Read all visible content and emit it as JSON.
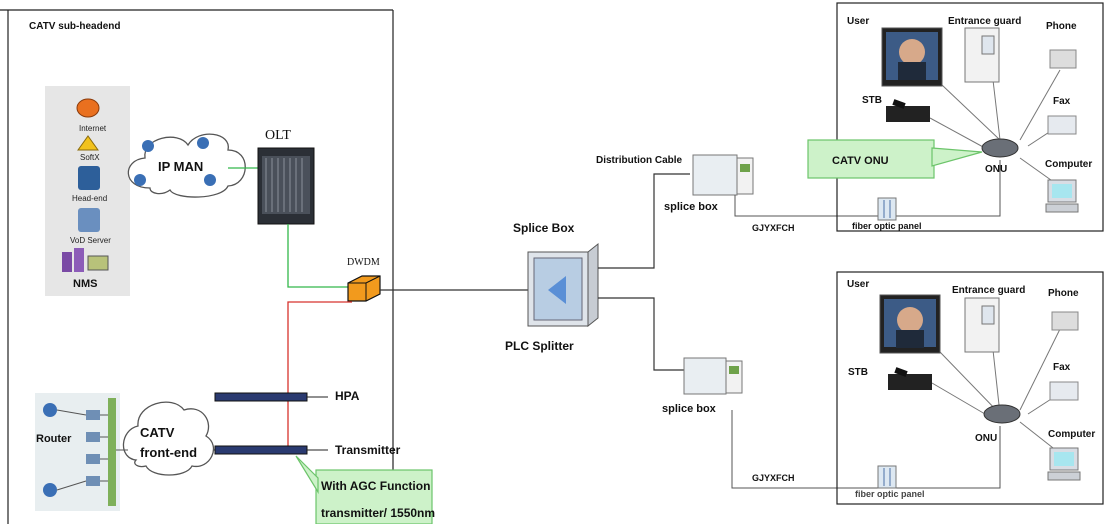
{
  "subheadend": {
    "title": "CATV sub-headend"
  },
  "services": {
    "internet": "Internet",
    "softx": "SoftX",
    "headend": "Head-end",
    "vod": "VoD Server",
    "nms": "NMS"
  },
  "network": {
    "ipman": "IP MAN",
    "olt": "OLT",
    "dwdm": "DWDM",
    "hpa": "HPA",
    "transmitter": "Transmitter",
    "router": "Router",
    "catv_frontend_1": "CATV",
    "catv_frontend_2": "front-end"
  },
  "callout_agc": {
    "line1": "With AGC Function",
    "line2": "transmitter/ 1550nm"
  },
  "center": {
    "splice_box": "Splice Box",
    "plc_splitter": "PLC Splitter",
    "distribution_cable": "Distribution Cable"
  },
  "top_branch": {
    "splice_box": "splice box",
    "cable": "GJYXFCH",
    "panel": "fiber optic panel"
  },
  "bottom_branch": {
    "splice_box": "splice box",
    "cable": "GJYXFCH",
    "panel": "fiber optic panel"
  },
  "premises_top": {
    "user": "User",
    "entrance": "Entrance guard",
    "phone": "Phone",
    "stb": "STB",
    "fax": "Fax",
    "computer": "Computer",
    "onu": "ONU",
    "catv_onu": "CATV ONU"
  },
  "premises_bottom": {
    "user": "User",
    "entrance": "Entrance guard",
    "phone": "Phone",
    "stb": "STB",
    "fax": "Fax",
    "computer": "Computer",
    "onu": "ONU"
  },
  "colors": {
    "green_link": "#33b84a",
    "red_link": "#d7332d",
    "callout_fill": "#cdf2c9",
    "callout_border": "#6cc46a",
    "line": "#333333"
  }
}
